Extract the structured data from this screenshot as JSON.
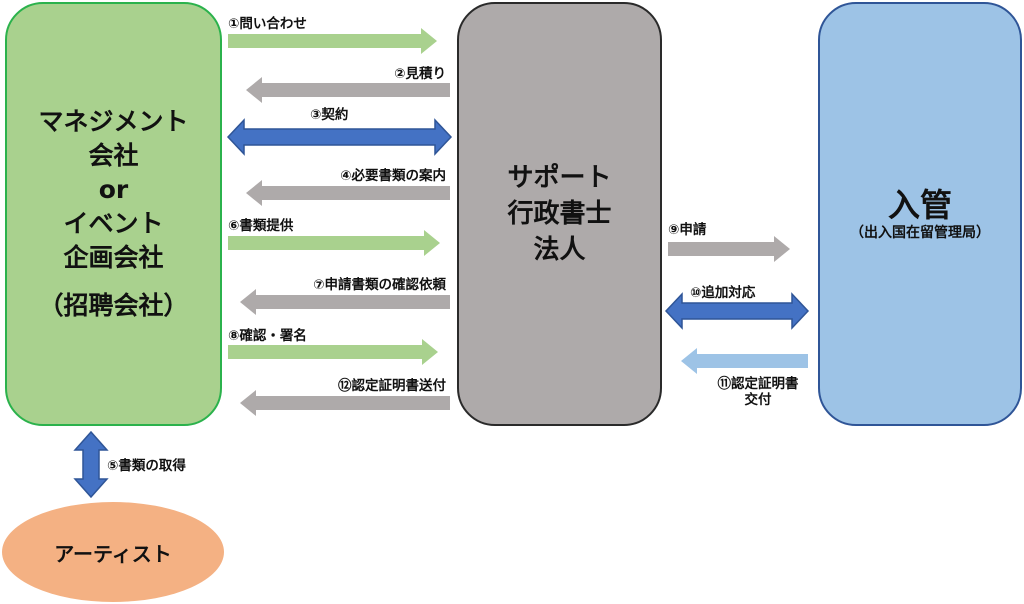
{
  "nodes": {
    "agency": {
      "lines": [
        "マネジメント",
        "会社",
        "or",
        "イベント",
        "企画会社"
      ],
      "note": "（招聘会社）",
      "fill": "#a9d18e",
      "border": "#2bb24c"
    },
    "support": {
      "lines": [
        "サポート",
        "行政書士",
        "法人"
      ],
      "fill": "#aeaaaa",
      "border": "#2a2a2a"
    },
    "immigration": {
      "title": "入管",
      "subtitle": "（出入国在留管理局）",
      "fill": "#9dc3e6",
      "border": "#2f5597"
    },
    "artist": {
      "label": "アーティスト",
      "fill": "#f4b183"
    }
  },
  "colors": {
    "green_arrow": "#a9d18e",
    "gray_arrow": "#aeaaaa",
    "blue_double": "#4472c4",
    "blue_double_border": "#2f5597",
    "light_blue_arrow": "#9dc3e6"
  },
  "steps": [
    {
      "id": "s1",
      "label": "①問い合わせ",
      "from": "agency",
      "to": "support",
      "style": "green"
    },
    {
      "id": "s2",
      "label": "②見積り",
      "from": "support",
      "to": "agency",
      "style": "gray"
    },
    {
      "id": "s3",
      "label": "③契約",
      "from": "agency",
      "to": "support",
      "style": "blue-double"
    },
    {
      "id": "s4",
      "label": "④必要書類の案内",
      "from": "support",
      "to": "agency",
      "style": "gray"
    },
    {
      "id": "s5",
      "label": "⑤書類の取得",
      "from": "agency",
      "to": "artist",
      "style": "blue-double"
    },
    {
      "id": "s6",
      "label": "⑥書類提供",
      "from": "agency",
      "to": "support",
      "style": "green"
    },
    {
      "id": "s7",
      "label": "⑦申請書類の確認依頼",
      "from": "support",
      "to": "agency",
      "style": "gray"
    },
    {
      "id": "s8",
      "label": "⑧確認・署名",
      "from": "agency",
      "to": "support",
      "style": "green"
    },
    {
      "id": "s9",
      "label": "⑨申請",
      "from": "support",
      "to": "immigration",
      "style": "gray"
    },
    {
      "id": "s10",
      "label": "⑩追加対応",
      "from": "support",
      "to": "immigration",
      "style": "blue-double"
    },
    {
      "id": "s11",
      "label_lines": [
        "⑪認定証明書",
        "交付"
      ],
      "from": "immigration",
      "to": "support",
      "style": "light-blue"
    },
    {
      "id": "s12",
      "label": "⑫認定証明書送付",
      "from": "support",
      "to": "agency",
      "style": "gray"
    }
  ]
}
